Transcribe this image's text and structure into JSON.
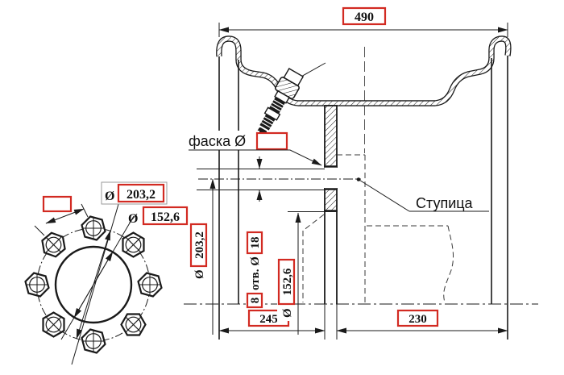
{
  "figure": {
    "type": "wheel-rim-technical-drawing",
    "labels": {
      "overall_width": "490",
      "front_offset": "245",
      "rear_offset": "230",
      "chamfer": "фаска Ø",
      "chamfer_value": "",
      "hub": "Ступица",
      "dia_symbol": "Ø",
      "bolt_circle_dia": "203,2",
      "bore_dia": "152,6",
      "holes_count": "8",
      "holes_label": "отв. Ø",
      "hole_dia": "18",
      "bolt_angle_value": ""
    },
    "colors": {
      "line": "#1a1a1a",
      "highlight_box": "#d22a22",
      "label_outline": "#9a9a9a"
    }
  }
}
